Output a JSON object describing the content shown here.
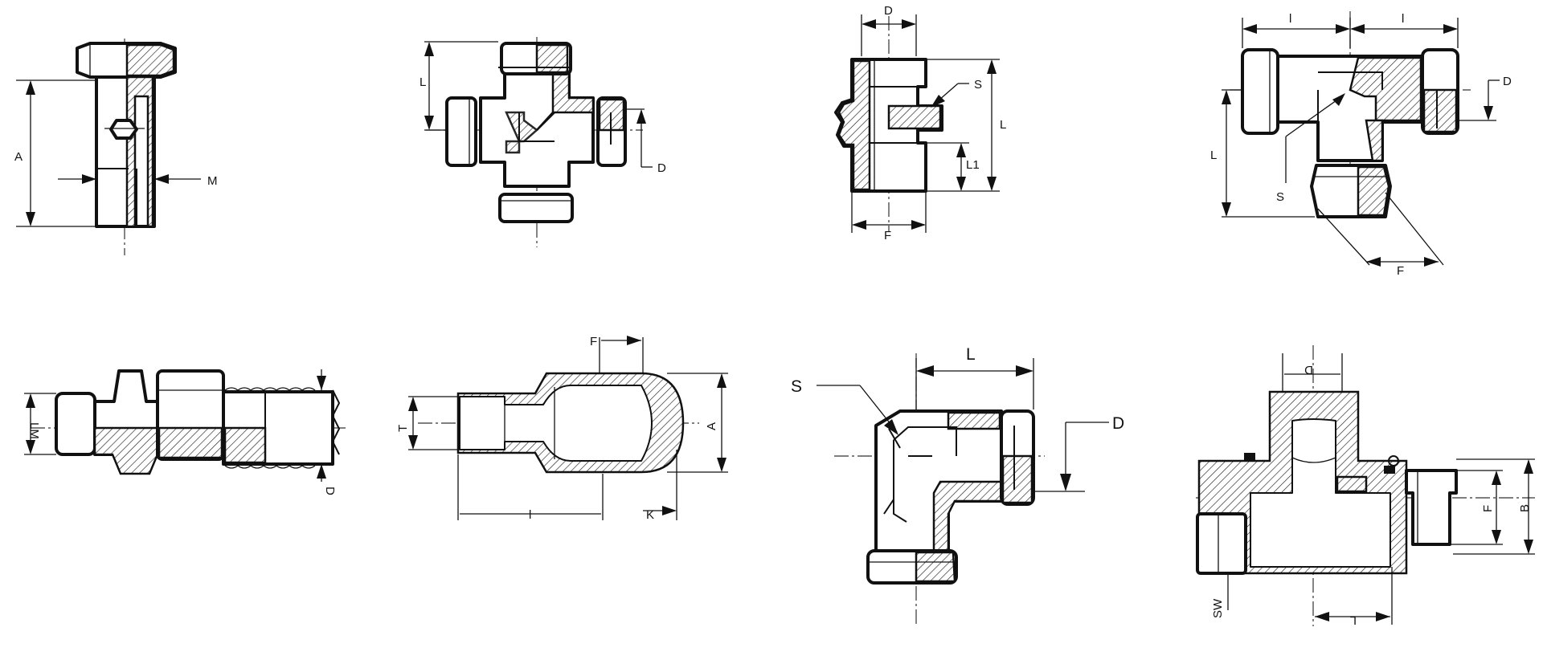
{
  "figures": [
    {
      "id": "banjo-bolt",
      "labels": {
        "a": "A",
        "m": "M"
      }
    },
    {
      "id": "cross-union",
      "labels": {
        "l": "L",
        "d": "D"
      }
    },
    {
      "id": "bulkhead-connector",
      "labels": {
        "d": "D",
        "s": "S",
        "l": "L",
        "l1": "L1",
        "f": "F"
      }
    },
    {
      "id": "branch-tee",
      "labels": {
        "l_left": "l",
        "l_right": "l",
        "d": "D",
        "l": "L",
        "s": "S",
        "f": "F"
      }
    },
    {
      "id": "hose-fitting",
      "labels": {
        "lm": "LM",
        "d": "D"
      }
    },
    {
      "id": "weld-boss",
      "labels": {
        "f": "F",
        "t": "T",
        "a": "A",
        "l": "l",
        "k": "K"
      }
    },
    {
      "id": "elbow-union",
      "labels": {
        "s": "S",
        "l": "L",
        "d": "D"
      }
    },
    {
      "id": "swivel-tee",
      "labels": {
        "d": "D",
        "f": "F",
        "b": "B",
        "sw": "SW",
        "l": "L"
      }
    }
  ]
}
